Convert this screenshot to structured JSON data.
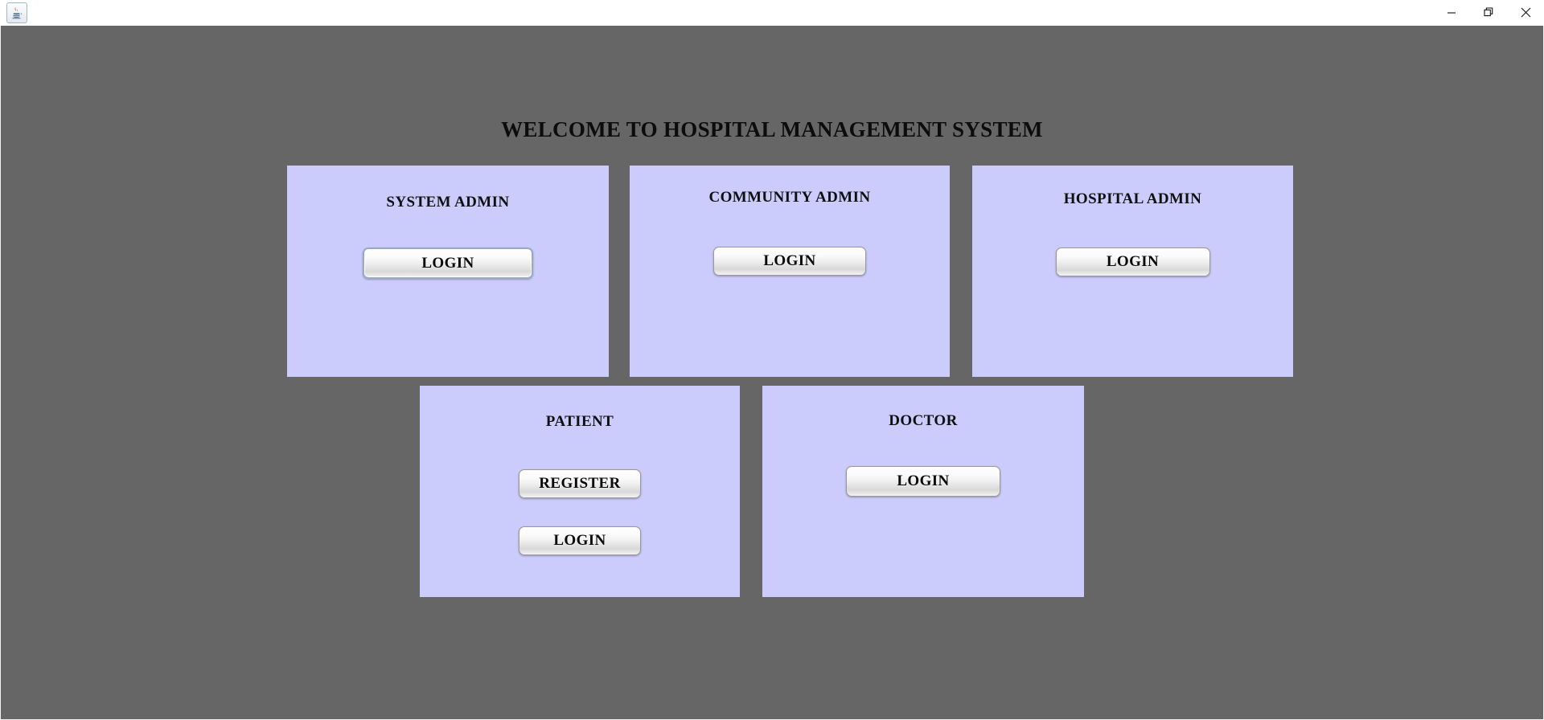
{
  "window": {
    "app_icon": "java-coffee-cup-icon",
    "controls": {
      "minimize": "minimize-icon",
      "restore": "restore-icon",
      "close": "close-icon"
    }
  },
  "main": {
    "heading": "WELCOME TO HOSPITAL MANAGEMENT SYSTEM",
    "background_color": "#666666",
    "panel_color": "#ccccfc",
    "focus_ring_color": "#9aacc4",
    "panels": [
      {
        "id": "system-admin",
        "title": "SYSTEM ADMIN",
        "buttons": [
          {
            "id": "system-admin-login",
            "label": "LOGIN",
            "focused": true
          }
        ]
      },
      {
        "id": "community-admin",
        "title": "COMMUNITY ADMIN",
        "buttons": [
          {
            "id": "community-admin-login",
            "label": "LOGIN",
            "focused": false
          }
        ]
      },
      {
        "id": "hospital-admin",
        "title": "HOSPITAL ADMIN",
        "buttons": [
          {
            "id": "hospital-admin-login",
            "label": "LOGIN",
            "focused": false
          }
        ]
      },
      {
        "id": "patient",
        "title": "PATIENT",
        "buttons": [
          {
            "id": "patient-register",
            "label": "REGISTER",
            "focused": false
          },
          {
            "id": "patient-login",
            "label": "LOGIN",
            "focused": false
          }
        ]
      },
      {
        "id": "doctor",
        "title": "DOCTOR",
        "buttons": [
          {
            "id": "doctor-login",
            "label": "LOGIN",
            "focused": false
          }
        ]
      }
    ]
  }
}
